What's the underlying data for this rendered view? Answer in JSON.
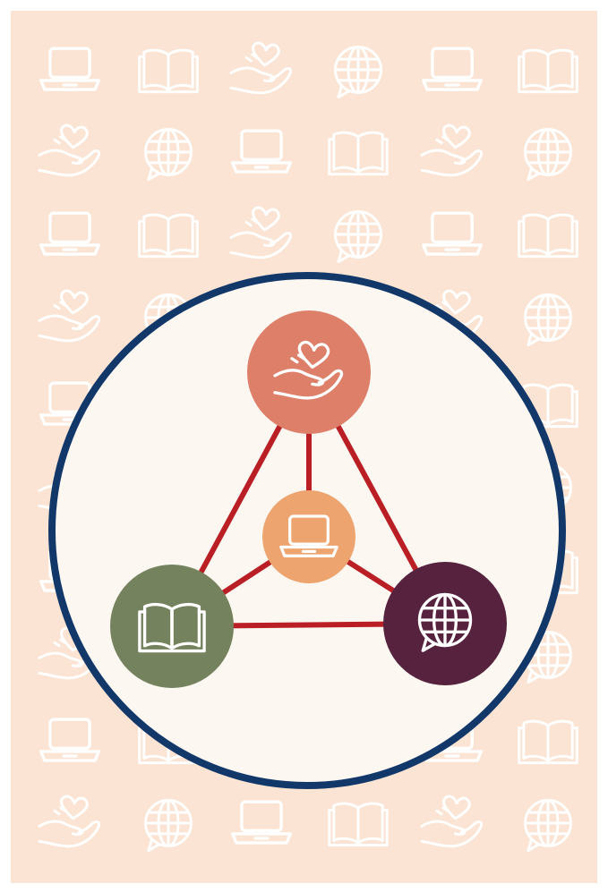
{
  "colors": {
    "page_background": "#ffffff",
    "panel_background": "#fbe4d3",
    "pattern_stroke": "#ffffff",
    "circle_fill": "#fdf7f2",
    "circle_border": "#12386a",
    "connector": "#b91f24",
    "node_care": "#de7f69",
    "node_computer": "#eea46e",
    "node_book": "#75825e",
    "node_globe": "#56223e",
    "icon_stroke": "#ffffff"
  },
  "background_pattern": {
    "icon_rows": [
      [
        "laptop-icon",
        "book-icon",
        "caring-hand-icon",
        "globe-icon",
        "laptop-icon",
        "book-icon"
      ],
      [
        "caring-hand-icon",
        "globe-icon",
        "laptop-icon",
        "book-icon",
        "caring-hand-icon",
        "globe-icon"
      ]
    ]
  },
  "diagram": {
    "nodes": [
      {
        "id": "care",
        "icon": "caring-hand-icon"
      },
      {
        "id": "computer",
        "icon": "laptop-icon"
      },
      {
        "id": "book",
        "icon": "book-icon"
      },
      {
        "id": "globe",
        "icon": "globe-speech-icon"
      }
    ],
    "edges": [
      [
        "care",
        "book"
      ],
      [
        "care",
        "globe"
      ],
      [
        "book",
        "globe"
      ],
      [
        "care",
        "computer"
      ],
      [
        "book",
        "computer"
      ],
      [
        "globe",
        "computer"
      ]
    ]
  }
}
